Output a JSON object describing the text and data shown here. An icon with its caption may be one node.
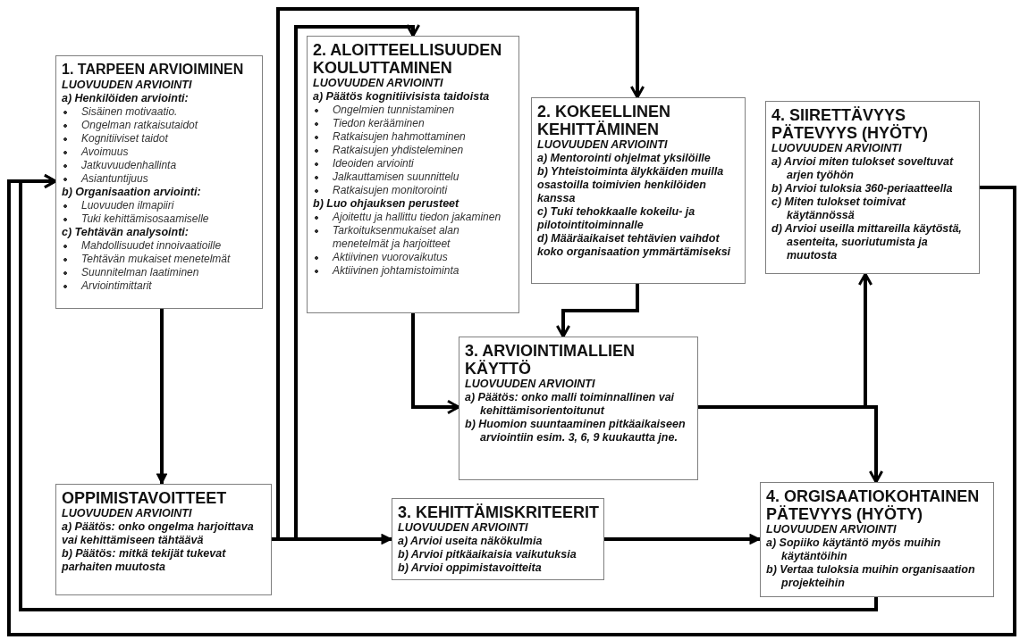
{
  "diagram": {
    "nodes": [
      {
        "text": [
          "1. TARPEEN ARVIOIMINEN",
          "LUOVUUDEN ARVIOINTI",
          "a) Henkilöiden arviointi:",
          "Sisäinen motivaatio.",
          "Ongelman ratkaisutaidot",
          "Kognitiiviset taidot",
          "Avoimuus",
          "Jatkuvuudenhallinta",
          "Asiantuntijuus",
          "b) Organisaation arviointi:",
          "Luovuuden ilmapiiri",
          "Tuki kehittämisosaamiselle",
          "c) Tehtävän analysointi:",
          "Mahdollisuudet innoivaatioille",
          "Tehtävän mukaiset menetelmät",
          "Suunnitelman laatiminen",
          "Arviointimittarit"
        ]
      },
      {
        "text": [
          "2. ALOITTEELLISUUDEN KOULUTTAMINEN",
          "LUOVUUDEN ARVIOINTI",
          "a) Päätös kognitiivisista taidoista",
          "Ongelmien tunnistaminen",
          "Tiedon kerääminen",
          "Ratkaisujen hahmottaminen",
          "Ratkaisujen yhdisteleminen",
          "Ideoiden arviointi",
          "Jalkauttamisen suunnittelu",
          "Ratkaisujen monitorointi",
          "b) Luo ohjauksen perusteet",
          "Ajoitettu ja hallittu tiedon jakaminen",
          "Tarkoituksenmukaiset alan menetelmät ja harjoitteet",
          "Aktiivinen vuorovaikutus",
          "Aktiivinen johtamistoiminta"
        ]
      },
      {
        "text": [
          "2. KOKEELLINEN KEHITTÄMINEN",
          "LUOVUUDEN ARVIOINTI",
          "a) Mentorointi ohjelmat yksilöille",
          "b) Yhteistoiminta älykkäiden muilla osastoilla toimivien henkilöiden kanssa",
          "c) Tuki tehokkaalle kokeilu- ja pilotointitoiminnalle",
          "d) Määräaikaiset tehtävien vaihdot koko organisaation ymmärtämiseksi"
        ]
      },
      {
        "text": [
          "4. SIIRETTÄVYYS PÄTEVYYS (HYÖTY)",
          "LUOVUUDEN ARVIOINTI",
          "a) Arvioi miten tulokset soveltuvat arjen työhön",
          "b) Arvioi tuloksia 360-periaatteella",
          "c) Miten tulokset toimivat käytännössä",
          "d) Arvioi useilla mittareilla käytöstä, asenteita, suoriutumista ja muutosta"
        ]
      },
      {
        "text": [
          "3. ARVIOINTIMALLIEN KÄYTTÖ",
          "LUOVUUDEN ARVIOINTI",
          "a) Päätös: onko malli toiminnallinen vai kehittämisorientoitunut",
          "b) Huomion suuntaaminen pitkäaikaiseen arviointiin esim. 3, 6, 9 kuukautta jne."
        ]
      },
      {
        "text": [
          "OPPIMISTAVOITTEET",
          "LUOVUUDEN ARVIOINTI",
          "a) Päätös: onko ongelma harjoittava vai kehittämiseen tähtäävä",
          "b) Päätös: mitkä tekijät tukevat parhaiten muutosta"
        ]
      },
      {
        "text": [
          "3. KEHITTÄMISKRITEERIT",
          "LUOVUUDEN ARVIOINTI",
          "a) Arvioi useita näkökulmia",
          "b) Arvioi pitkäaikaisia vaikutuksia",
          "b) Arvioi oppimistavoitteita"
        ]
      },
      {
        "text": [
          "4. ORGISAATIOKOHTAINEN PÄTEVYYS (HYÖTY)",
          "LUOVUUDEN ARVIOINTI",
          "a) Sopiiko käytäntö myös muihin käytäntöihin",
          "b) Vertaa tuloksia muihin organisaation projekteihin"
        ]
      }
    ],
    "edges": [
      {
        "from": 0,
        "to": 5,
        "arrow": "to"
      },
      {
        "from": 5,
        "to": 1,
        "arrow": "to"
      },
      {
        "from": 5,
        "to": 2,
        "arrow": "to"
      },
      {
        "from": 5,
        "to": 6,
        "arrow": "to"
      },
      {
        "from": 1,
        "to": 4,
        "arrow": "to"
      },
      {
        "from": 2,
        "to": 4,
        "arrow": "to"
      },
      {
        "from": 4,
        "to": 3,
        "arrow": "to"
      },
      {
        "from": 4,
        "to": 7,
        "arrow": "to"
      },
      {
        "from": 6,
        "to": 7,
        "arrow": "to"
      },
      {
        "from": 3,
        "to": 0,
        "arrow": "to"
      },
      {
        "from": 7,
        "to": 0,
        "arrow": "to"
      }
    ]
  }
}
